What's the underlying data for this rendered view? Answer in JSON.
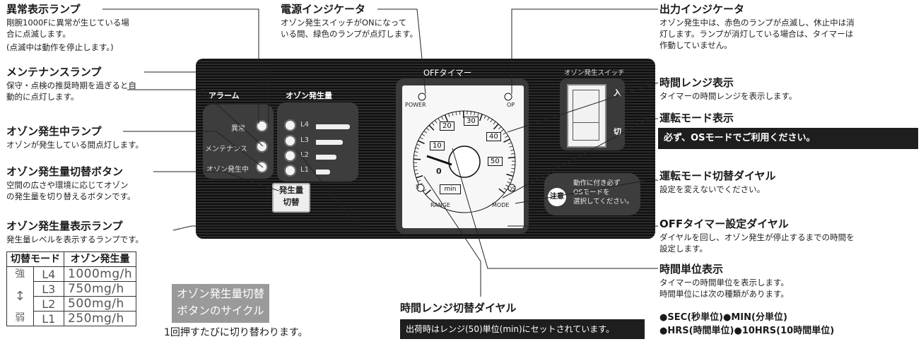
{
  "annotations": {
    "abnormal_lamp": {
      "title": "異常表示ランプ",
      "desc1": "剛腕1000Fに異常が生じている場",
      "desc2": "合に点滅します。",
      "desc3": "(点滅中は動作を停止します。)"
    },
    "maintenance_lamp": {
      "title": "メンテナンスランプ",
      "desc1": "保守・点検の推奨時期を過ぎると自",
      "desc2": "動的に点灯します。"
    },
    "ozone_generating_lamp": {
      "title": "オゾン発生中ランプ",
      "desc1": "オゾンが発生している間点灯します。"
    },
    "ozone_switch_button": {
      "title": "オゾン発生量切替ボタン",
      "desc1": "空間の広さや環境に応じてオゾン",
      "desc2": "の発生量を切り替えるボタンです。"
    },
    "ozone_level_lamp": {
      "title": "オゾン発生量表示ランプ",
      "desc1": "発生量レベルを表示するランプです。"
    },
    "power_indicator": {
      "title": "電源インジケータ",
      "desc1": "オゾン発生スイッチがONになって",
      "desc2": "いる間、緑色のランプが点灯します。"
    },
    "output_indicator": {
      "title": "出力インジケータ",
      "desc1": "オゾン発生中は、赤色のランプが点滅し、休止中は消",
      "desc2": "灯します。ランプが消灯している場合は、タイマーは",
      "desc3": "作動していません。"
    },
    "time_range_display": {
      "title": "時間レンジ表示",
      "desc1": "タイマーの時間レンジを表示します。"
    },
    "mode_display": {
      "title": "運転モード表示",
      "band": "必ず、OSモードでご利用ください。"
    },
    "mode_dial": {
      "title": "運転モード切替ダイヤル",
      "desc1": "設定を変えないでください。"
    },
    "off_timer_dial": {
      "title": "OFFタイマー設定ダイヤル",
      "desc1": "ダイヤルを回し、オゾン発生が停止するまでの時間を",
      "desc2": "設定します。"
    },
    "time_unit_display": {
      "title": "時間単位表示",
      "desc1": "タイマーの時間単位を表示します。",
      "desc2": "時間単位には次の種類があります。",
      "units1": "●SEC(秒単位)●MIN(分単位)",
      "units2": "●HRS(時間単位)●10HRS(10時間単位)"
    },
    "range_dial": {
      "title": "時間レンジ切替ダイヤル",
      "band": "出荷時はレンジ(50)単位(min)にセットされています。"
    }
  },
  "panel": {
    "alarm_heading": "アラーム",
    "ozone_amount_heading": "オゾン発生量",
    "alarm_labels": [
      "異常",
      "メンテナンス",
      "オゾン発生中"
    ],
    "level_labels": [
      "L4",
      "L3",
      "L2",
      "L1"
    ],
    "button_label_1": "発生量",
    "button_label_2": "切替",
    "timer_heading": "OFFタイマー",
    "switch_heading": "オゾン発生スイッチ",
    "switch_on": "入",
    "switch_off": "切",
    "power_label": "POWER",
    "op_label": "OP",
    "dial_numbers": [
      "0",
      "10",
      "20",
      "30",
      "40",
      "50"
    ],
    "unit_label": "min",
    "range_label": "RANGE",
    "mode_label": "MODE",
    "os_label": "OS",
    "s_label": "S",
    "caution_badge": "注意",
    "caution_text": [
      "動作に付き必ず",
      "OSモードを",
      "選択してください。"
    ]
  },
  "mode_table": {
    "headers": [
      "切替モード",
      "オゾン発生量"
    ],
    "strength_top": "強",
    "strength_bottom": "弱",
    "rows": [
      {
        "mode": "L4",
        "amount": "1000mg/h"
      },
      {
        "mode": "L3",
        "amount": "750mg/h"
      },
      {
        "mode": "L2",
        "amount": "500mg/h"
      },
      {
        "mode": "L1",
        "amount": "250mg/h"
      }
    ]
  },
  "cycle_box": {
    "line1": "オゾン発生量切替",
    "line2": "ボタンのサイクル"
  },
  "cycle_note": "1回押すたびに切り替わります。"
}
